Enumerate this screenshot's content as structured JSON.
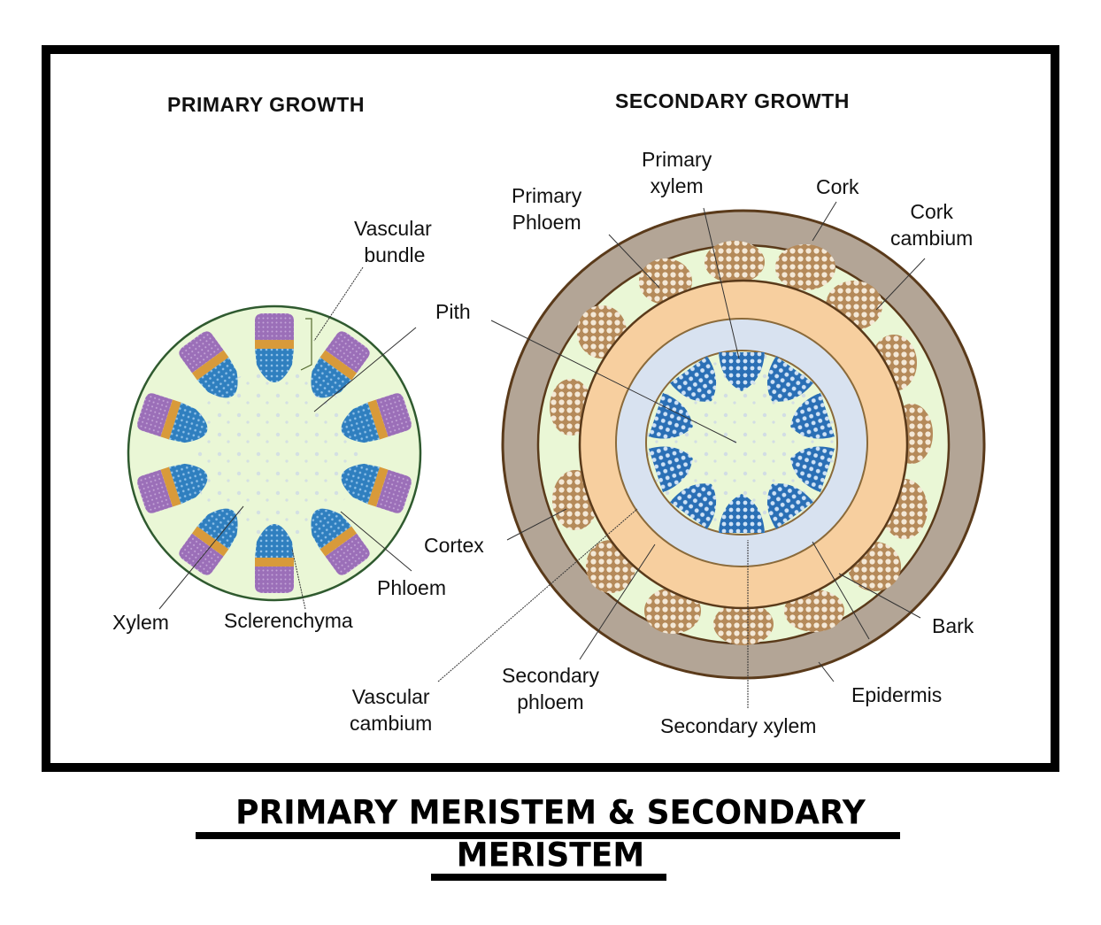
{
  "diagram": {
    "left_title": "PRIMARY GROWTH",
    "right_title": "SECONDARY GROWTH",
    "primary_labels": {
      "vascular_bundle": [
        "Vascular",
        "bundle"
      ],
      "pith": "Pith",
      "xylem": "Xylem",
      "sclerenchyma": "Sclerenchyma",
      "phloem": "Phloem"
    },
    "secondary_labels": {
      "primary_phloem": [
        "Primary",
        "Phloem"
      ],
      "primary_xylem": [
        "Primary",
        "xylem"
      ],
      "cork": "Cork",
      "cork_cambium": [
        "Cork",
        "cambium"
      ],
      "cortex": "Cortex",
      "bark": "Bark",
      "epidermis": "Epidermis",
      "vascular_cambium": [
        "Vascular",
        "cambium"
      ],
      "secondary_phloem": [
        "Secondary",
        "phloem"
      ],
      "secondary_xylem": "Secondary xylem"
    },
    "colors": {
      "ground_tissue": "#eaf7d6",
      "phloem_purple": "#9b6fb8",
      "cambium_orange": "#d89a3a",
      "xylem_blue": "#2f7fbf",
      "cork_grey": "#b3a596",
      "secondary_phloem_orange": "#f7cf9f",
      "secondary_xylem_lightblue": "#d8e2f0",
      "fiber_tan": "#c9a880",
      "outline_brown": "#5a3a1a",
      "outline_green": "#2f5a2f"
    }
  },
  "caption": {
    "line1": "PRIMARY MERISTEM & SECONDARY",
    "line2": "MERISTEM"
  }
}
